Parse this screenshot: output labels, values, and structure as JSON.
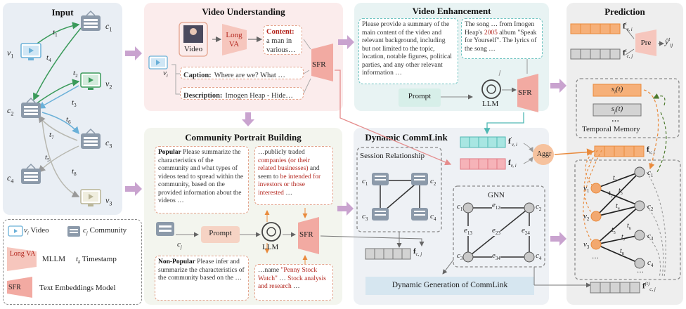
{
  "panels": {
    "input": "Input",
    "video_understanding": "Video Understanding",
    "video_enhancement": "Video Enhancement",
    "prediction": "Prediction",
    "community_portrait": "Community Portrait Building",
    "dynamic_commlink": "Dynamic CommLink"
  },
  "input_graph": {
    "nodes": {
      "v1": "v",
      "v1_sub": "1",
      "v2": "v",
      "v2_sub": "2",
      "v3": "v",
      "v3_sub": "3",
      "c1": "c",
      "c1_sub": "1",
      "c2": "c",
      "c2_sub": "2",
      "c3": "c",
      "c3_sub": "3",
      "c4": "c",
      "c4_sub": "4"
    },
    "edges": [
      "t1",
      "t2",
      "t3",
      "t4",
      "t5",
      "t6",
      "t7",
      "t8"
    ]
  },
  "legend": {
    "video": "Video",
    "video_sym": "v",
    "video_sub": "i",
    "community": "Community",
    "community_sym": "c",
    "community_sub": "j",
    "mllm_icon": "Long VA",
    "mllm": "MLLM",
    "timestamp_sym": "t",
    "timestamp_sub": "k",
    "timestamp": "Timestamp",
    "sfr_icon": "SFR",
    "sfr": "Text Embeddings Model"
  },
  "video_understanding": {
    "video_label": "Video",
    "vi": "v",
    "vi_sub": "i",
    "longva": "Long VA",
    "content_label": "Content:",
    "content_text": "a man in various…",
    "caption_label": "Caption:",
    "caption_text": "Where are we? What …",
    "description_label": "Description:",
    "description_text": "Imogen Heap - Hide…",
    "sfr": "SFR"
  },
  "video_enhancement": {
    "prompt_text": "Please provide a summary of the main content of the video and relevant background, including but not limited to the topic, location, notable figures, political parties, and any other relevant information …",
    "song_text_a": "The song … from Imogen Heap's ",
    "song_year": "2005",
    "song_text_b": " album \"Speak for Yourself\". The lyrics of the song …",
    "prompt_label": "Prompt",
    "llm": "LLM",
    "sfr": "SFR"
  },
  "community_portrait": {
    "popular_label": "Popular",
    "popular_text": "Please summarize the characteristics of the community and what types of videos tend to spread within the community, based on the provided information about the videos …",
    "popular_resp_a": "…publicly traded ",
    "popular_resp_red": "companies (or their related businesses)",
    "popular_resp_b": " and seem to ",
    "popular_resp_red2": "be intended for investors or those interested",
    "popular_resp_c": " …",
    "nonpopular_label": "Non-Popular",
    "nonpopular_text": "Please infer and summarize the characteristics of the community based on the …",
    "nonpopular_resp_a": "…name ",
    "nonpopular_resp_red": "\"Penny Stock Watch\"",
    "nonpopular_resp_b": " … ",
    "nonpopular_resp_red2": "Stock analysis and research",
    "nonpopular_resp_c": " …",
    "prompt_label": "Prompt",
    "llm": "LLM",
    "sfr": "SFR",
    "cj": "c",
    "cj_sub": "j"
  },
  "dynamic_commlink": {
    "session": "Session Relationship",
    "gnn": "GNN",
    "footer": "Dynamic Generation of CommLink",
    "fc": "f",
    "fc_sub": "c, j"
  },
  "features": {
    "fv_prime": "f",
    "fv_prime_sub": "v, i",
    "fv": "f",
    "fv_sub": "v, i",
    "aggr": "Aggr",
    "fv_tilde": "f",
    "fv_tilde_sub": "v, i"
  },
  "prediction": {
    "pre": "Pre",
    "y_hat": "ŷ",
    "y_sub": "ij",
    "y_sup": "t",
    "temporal_memory": "Temporal Memory",
    "si": "s",
    "si_sub": "i",
    "si_arg": "(t)",
    "sj": "s",
    "sj_sub": "j",
    "sj_arg": "(t)",
    "dots": "…",
    "fct": "f",
    "fct_sub": "c, j"
  },
  "colors": {
    "input_bg": "#e9eef4",
    "vu_bg": "#fbecec",
    "ve_bg": "#e8f3f3",
    "cp_bg": "#f3f5ee",
    "dc_bg": "#eef1f5",
    "pred_bg": "#eeeeee",
    "arrow": "#c9a3cf",
    "orange": "#f2a86f",
    "teal": "#7fd3cf",
    "pink": "#f2a0a8",
    "grey_node": "#c9c9c9"
  }
}
